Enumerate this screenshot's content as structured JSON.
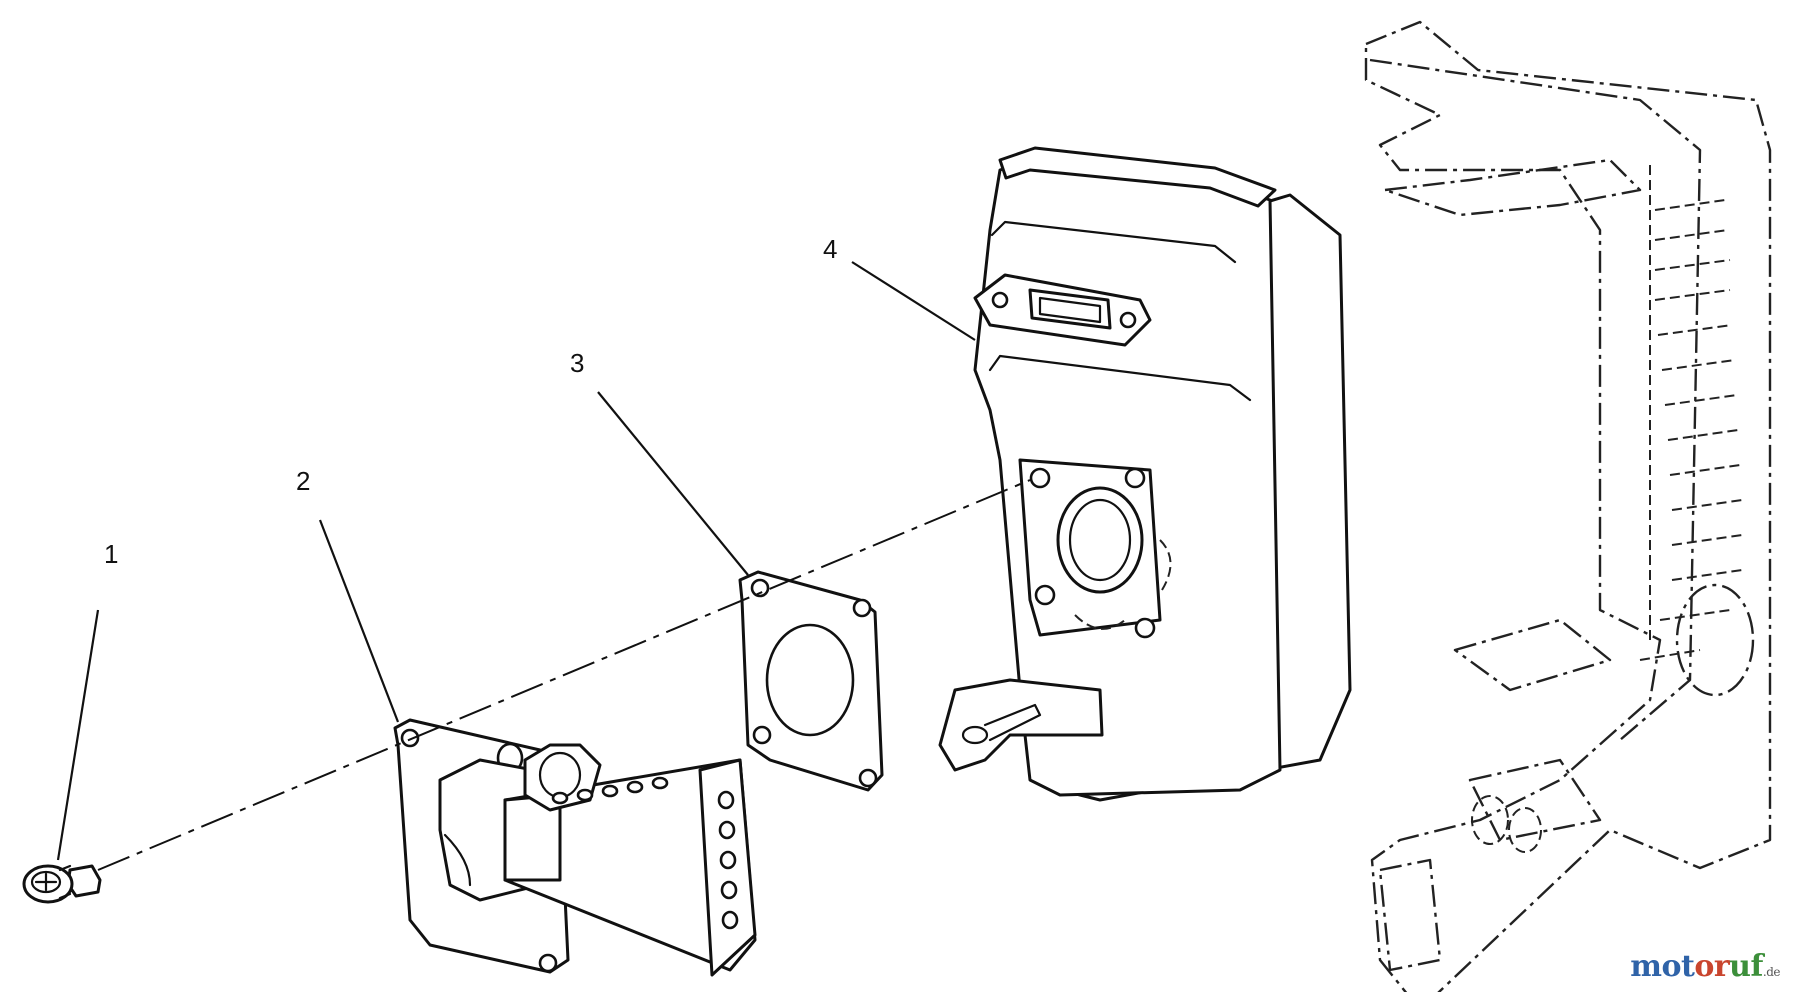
{
  "diagram": {
    "callouts": [
      {
        "id": "1",
        "label": "1"
      },
      {
        "id": "2",
        "label": "2"
      },
      {
        "id": "3",
        "label": "3"
      },
      {
        "id": "4",
        "label": "4"
      }
    ]
  },
  "watermark": {
    "brand_part1": "mot",
    "brand_part2": "or",
    "brand_part3": "uf",
    "suffix": ".de"
  }
}
